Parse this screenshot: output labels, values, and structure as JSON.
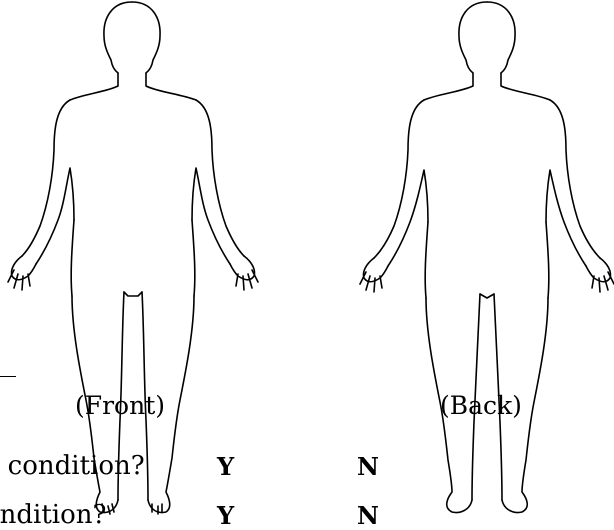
{
  "captions": {
    "front": "(Front)",
    "back": "(Back)"
  },
  "questions": [
    {
      "text": "e condition?",
      "yes": "Y",
      "no": "N"
    },
    {
      "text": "ondition?",
      "yes": "Y",
      "no": "N"
    }
  ],
  "icons": {
    "front_figure": "human-body-front-outline",
    "back_figure": "human-body-back-outline"
  }
}
